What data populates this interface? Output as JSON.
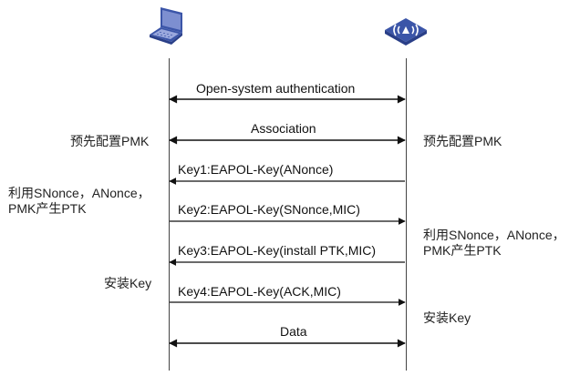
{
  "participants": {
    "station": {
      "name": "laptop-icon",
      "label": ""
    },
    "ap": {
      "name": "access-point-icon",
      "label": ""
    }
  },
  "colors": {
    "icon_blue": "#3b55a8",
    "icon_blue_light": "#7d8fd0",
    "line": "#222222"
  },
  "messages": [
    {
      "id": "open-system-auth",
      "label": "Open-system authentication",
      "direction": "both"
    },
    {
      "id": "association",
      "label": "Association",
      "direction": "both"
    },
    {
      "id": "key1",
      "label": "Key1:EAPOL-Key(ANonce)",
      "direction": "to-station"
    },
    {
      "id": "key2",
      "label": "Key2:EAPOL-Key(SNonce,MIC)",
      "direction": "to-ap"
    },
    {
      "id": "key3",
      "label": "Key3:EAPOL-Key(install PTK,MIC)",
      "direction": "to-station"
    },
    {
      "id": "key4",
      "label": "Key4:EAPOL-Key(ACK,MIC)",
      "direction": "to-ap"
    },
    {
      "id": "data",
      "label": "Data",
      "direction": "both"
    }
  ],
  "notes": {
    "station_preconfig": "预先配置PMK",
    "ap_preconfig": "预先配置PMK",
    "station_derive_line1": "利用SNonce，ANonce，",
    "station_derive_line2": "PMK产生PTK",
    "ap_derive_line1": "利用SNonce，ANonce，",
    "ap_derive_line2": "PMK产生PTK",
    "station_install": "安装Key",
    "ap_install": "安装Key"
  }
}
